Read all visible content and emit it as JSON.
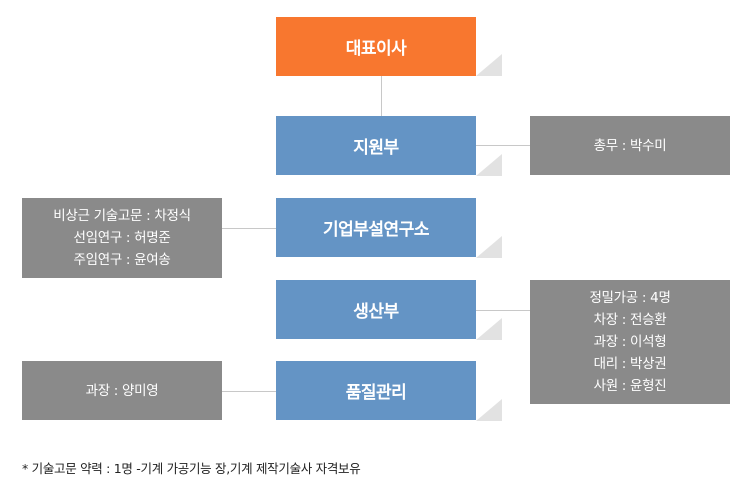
{
  "ceo": {
    "label": "대표이사"
  },
  "departments": [
    {
      "label": "지원부"
    },
    {
      "label": "기업부설연구소"
    },
    {
      "label": "생산부"
    },
    {
      "label": "품질관리"
    }
  ],
  "support_staff": {
    "line1": "총무 : 박수미"
  },
  "research_staff": {
    "line1": "비상근 기술고문 : 차정식",
    "line2": "선임연구 : 허명준",
    "line3": "주임연구 : 윤여송"
  },
  "production_staff": {
    "line1": "정밀가공 : 4명",
    "line2": "차장 : 전승환",
    "line3": "과장 : 이석형",
    "line4": "대리 : 박상권",
    "line5": "사원 : 윤형진"
  },
  "quality_staff": {
    "line1": "과장 : 양미영"
  },
  "footnote": "* 기술고문 약력 :  1명 -기계 가공기능 장,기계 제작기술사 자격보유"
}
